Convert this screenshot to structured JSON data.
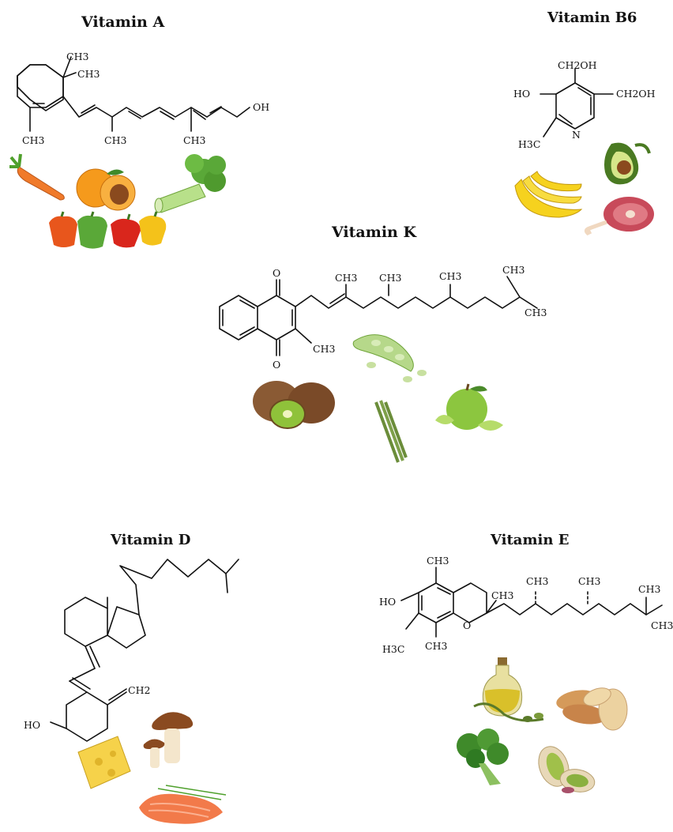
{
  "vitamin_a": {
    "title": "Vitamin A",
    "labels": {
      "ch3_1": "CH3",
      "ch3_2": "CH3",
      "ch3_3": "CH3",
      "ch3_4": "CH3",
      "ch3_5": "CH3",
      "oh": "OH"
    },
    "foods": [
      "carrot-icon",
      "apricot-icon",
      "celery-icon",
      "bell-peppers-icon"
    ]
  },
  "vitamin_b6": {
    "title": "Vitamin B6",
    "labels": {
      "ch2oh_top": "CH2OH",
      "ch2oh_right": "CH2OH",
      "ho": "HO",
      "h3c": "H3C",
      "n": "N"
    },
    "foods": [
      "avocado-icon",
      "bananas-icon",
      "ham-icon"
    ]
  },
  "vitamin_k": {
    "title": "Vitamin K",
    "labels": {
      "o_top": "O",
      "o_bottom": "O",
      "ch3_ring": "CH3",
      "ch3_1": "CH3",
      "ch3_2": "CH3",
      "ch3_3": "CH3",
      "ch3_4": "CH3",
      "ch3_5": "CH3"
    },
    "foods": [
      "broad-beans-icon",
      "kiwi-icon",
      "asparagus-icon",
      "green-apple-icon"
    ]
  },
  "vitamin_d": {
    "title": "Vitamin D",
    "labels": {
      "ch2": "CH2",
      "ho": "HO"
    },
    "foods": [
      "mushroom-icon",
      "cheese-icon",
      "salmon-icon"
    ]
  },
  "vitamin_e": {
    "title": "Vitamin E",
    "labels": {
      "ho": "HO",
      "h3c": "H3C",
      "ch3_top": "CH3",
      "ch3_bottom": "CH3",
      "ch3_ring": "CH3",
      "o": "O",
      "ch3_1": "CH3",
      "ch3_2": "CH3",
      "ch3_3": "CH3",
      "ch3_4": "CH3"
    },
    "foods": [
      "olive-oil-icon",
      "almonds-icon",
      "broccoli-icon",
      "pistachio-icon"
    ]
  },
  "colors": {
    "carrot": "#f07a2a",
    "apricot": "#f59a1c",
    "celery": "#7fc24a",
    "pepper_red": "#d9261c",
    "pepper_yellow": "#f4c21a",
    "pepper_green": "#5aa838",
    "banana": "#f6d21e",
    "avocado": "#4a7a22",
    "ham": "#c84a5a",
    "kiwi_skin": "#8a5a34",
    "kiwi_flesh": "#8fc23a",
    "bean": "#b6d88a",
    "asparagus": "#6b8d3a",
    "apple": "#8cc63f",
    "mushroom": "#8a4a20",
    "cheese": "#f6d24a",
    "salmon": "#f27a4a",
    "olive_oil": "#d9c02a",
    "almond": "#d59a5a",
    "broccoli": "#3f8a2a",
    "pistachio": "#a0c04a"
  }
}
